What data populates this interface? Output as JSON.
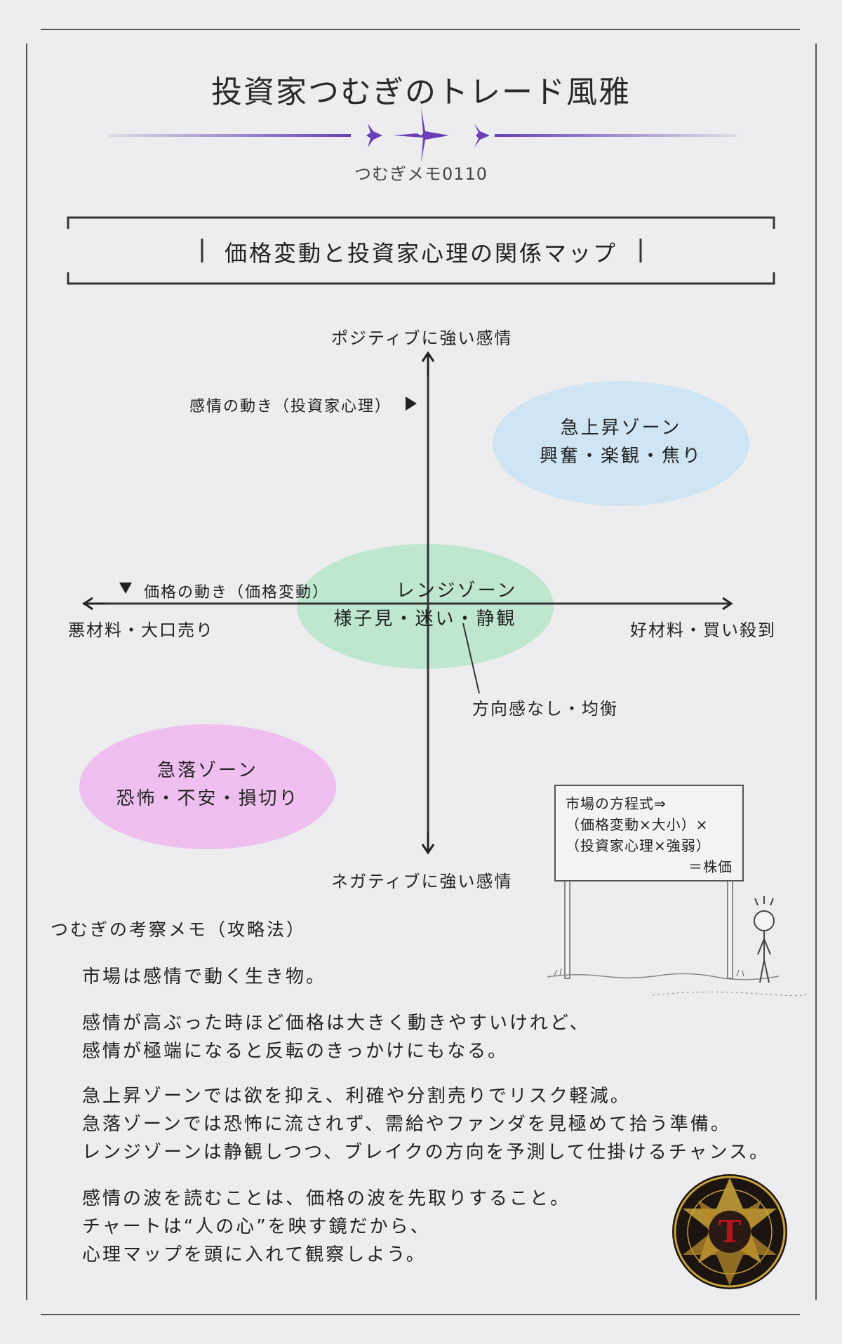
{
  "header": {
    "title": "投資家つむぎのトレード風雅",
    "subtitle": "つむぎメモ0110"
  },
  "section": {
    "title": "価格変動と投資家心理の関係マップ"
  },
  "diagram": {
    "top_label": "ポジティブに強い感情",
    "bottom_label": "ネガティブに強い感情",
    "vertical_axis_label": "感情の動き（投資家心理）",
    "horizontal_axis_label": "価格の動き（価格変動）",
    "left_label": "悪材料・大口売り",
    "right_label": "好材料・買い殺到",
    "balance_note": "方向感なし・均衡",
    "zones": {
      "rise": {
        "name": "急上昇ゾーン",
        "emotions": "興奮・楽観・焦り",
        "color": "#cfe5f3"
      },
      "range": {
        "name": "レンジゾーン",
        "emotions": "様子見・迷い・静観",
        "color": "#bfe6cf"
      },
      "fall": {
        "name": "急落ゾーン",
        "emotions": "恐怖・不安・損切り",
        "color": "#efc0ef"
      }
    }
  },
  "sign": {
    "line1": "市場の方程式⇒",
    "line2": "（価格変動×大小）×",
    "line3": "（投資家心理×強弱）",
    "line4": "＝株価"
  },
  "memo": {
    "heading": "つむぎの考察メモ（攻略法）",
    "p1": [
      "市場は感情で動く生き物。"
    ],
    "p2": [
      "感情が高ぶった時ほど価格は大きく動きやすいけれど、",
      "感情が極端になると反転のきっかけにもなる。"
    ],
    "p3": [
      "急上昇ゾーンでは欲を抑え、利確や分割売りでリスク軽減。",
      "急落ゾーンでは恐怖に流されず、需給やファンダを見極めて拾う準備。",
      "レンジゾーンは静観しつつ、ブレイクの方向を予測して仕掛けるチャンス。"
    ],
    "p4": [
      "感情の波を読むことは、価格の波を先取りすること。",
      "チャートは“人の心”を映す鏡だから、",
      "心理マップを頭に入れて観察しよう。"
    ]
  },
  "colors": {
    "accent_purple": "#6a3fb5",
    "seal_gold": "#c9a23a",
    "seal_red": "#b3141c"
  },
  "icons": {
    "star": "sparkle-icon",
    "figure": "stick-figure-icon",
    "seal": "seal-logo-icon"
  }
}
